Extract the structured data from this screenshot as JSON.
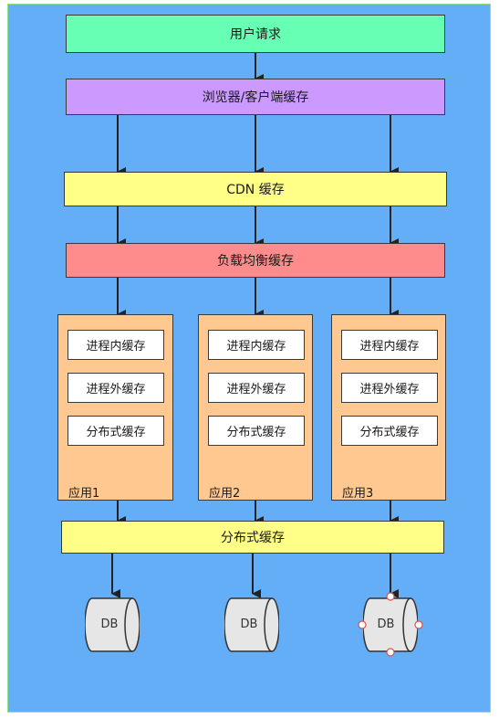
{
  "diagram": {
    "user_request": "用户请求",
    "browser_cache": "浏览器/客户端缓存",
    "cdn_cache": "CDN 缓存",
    "lb_cache": "负载均衡缓存",
    "apps": [
      {
        "label": "应用1",
        "caches": [
          "进程内缓存",
          "进程外缓存",
          "分布式缓存"
        ]
      },
      {
        "label": "应用2",
        "caches": [
          "进程内缓存",
          "进程外缓存",
          "分布式缓存"
        ]
      },
      {
        "label": "应用3",
        "caches": [
          "进程内缓存",
          "进程外缓存",
          "分布式缓存"
        ]
      }
    ],
    "distributed_cache": "分布式缓存",
    "dbs": [
      "DB",
      "DB",
      "DB"
    ]
  },
  "colors": {
    "background": "#64aef8",
    "user_request": "#66ffb3",
    "browser_cache": "#cc99ff",
    "cdn_cache": "#ffff88",
    "lb_cache": "#ff8c8c",
    "app": "#ffc891",
    "distributed_cache": "#ffff88",
    "db": "#e6e6e6"
  }
}
